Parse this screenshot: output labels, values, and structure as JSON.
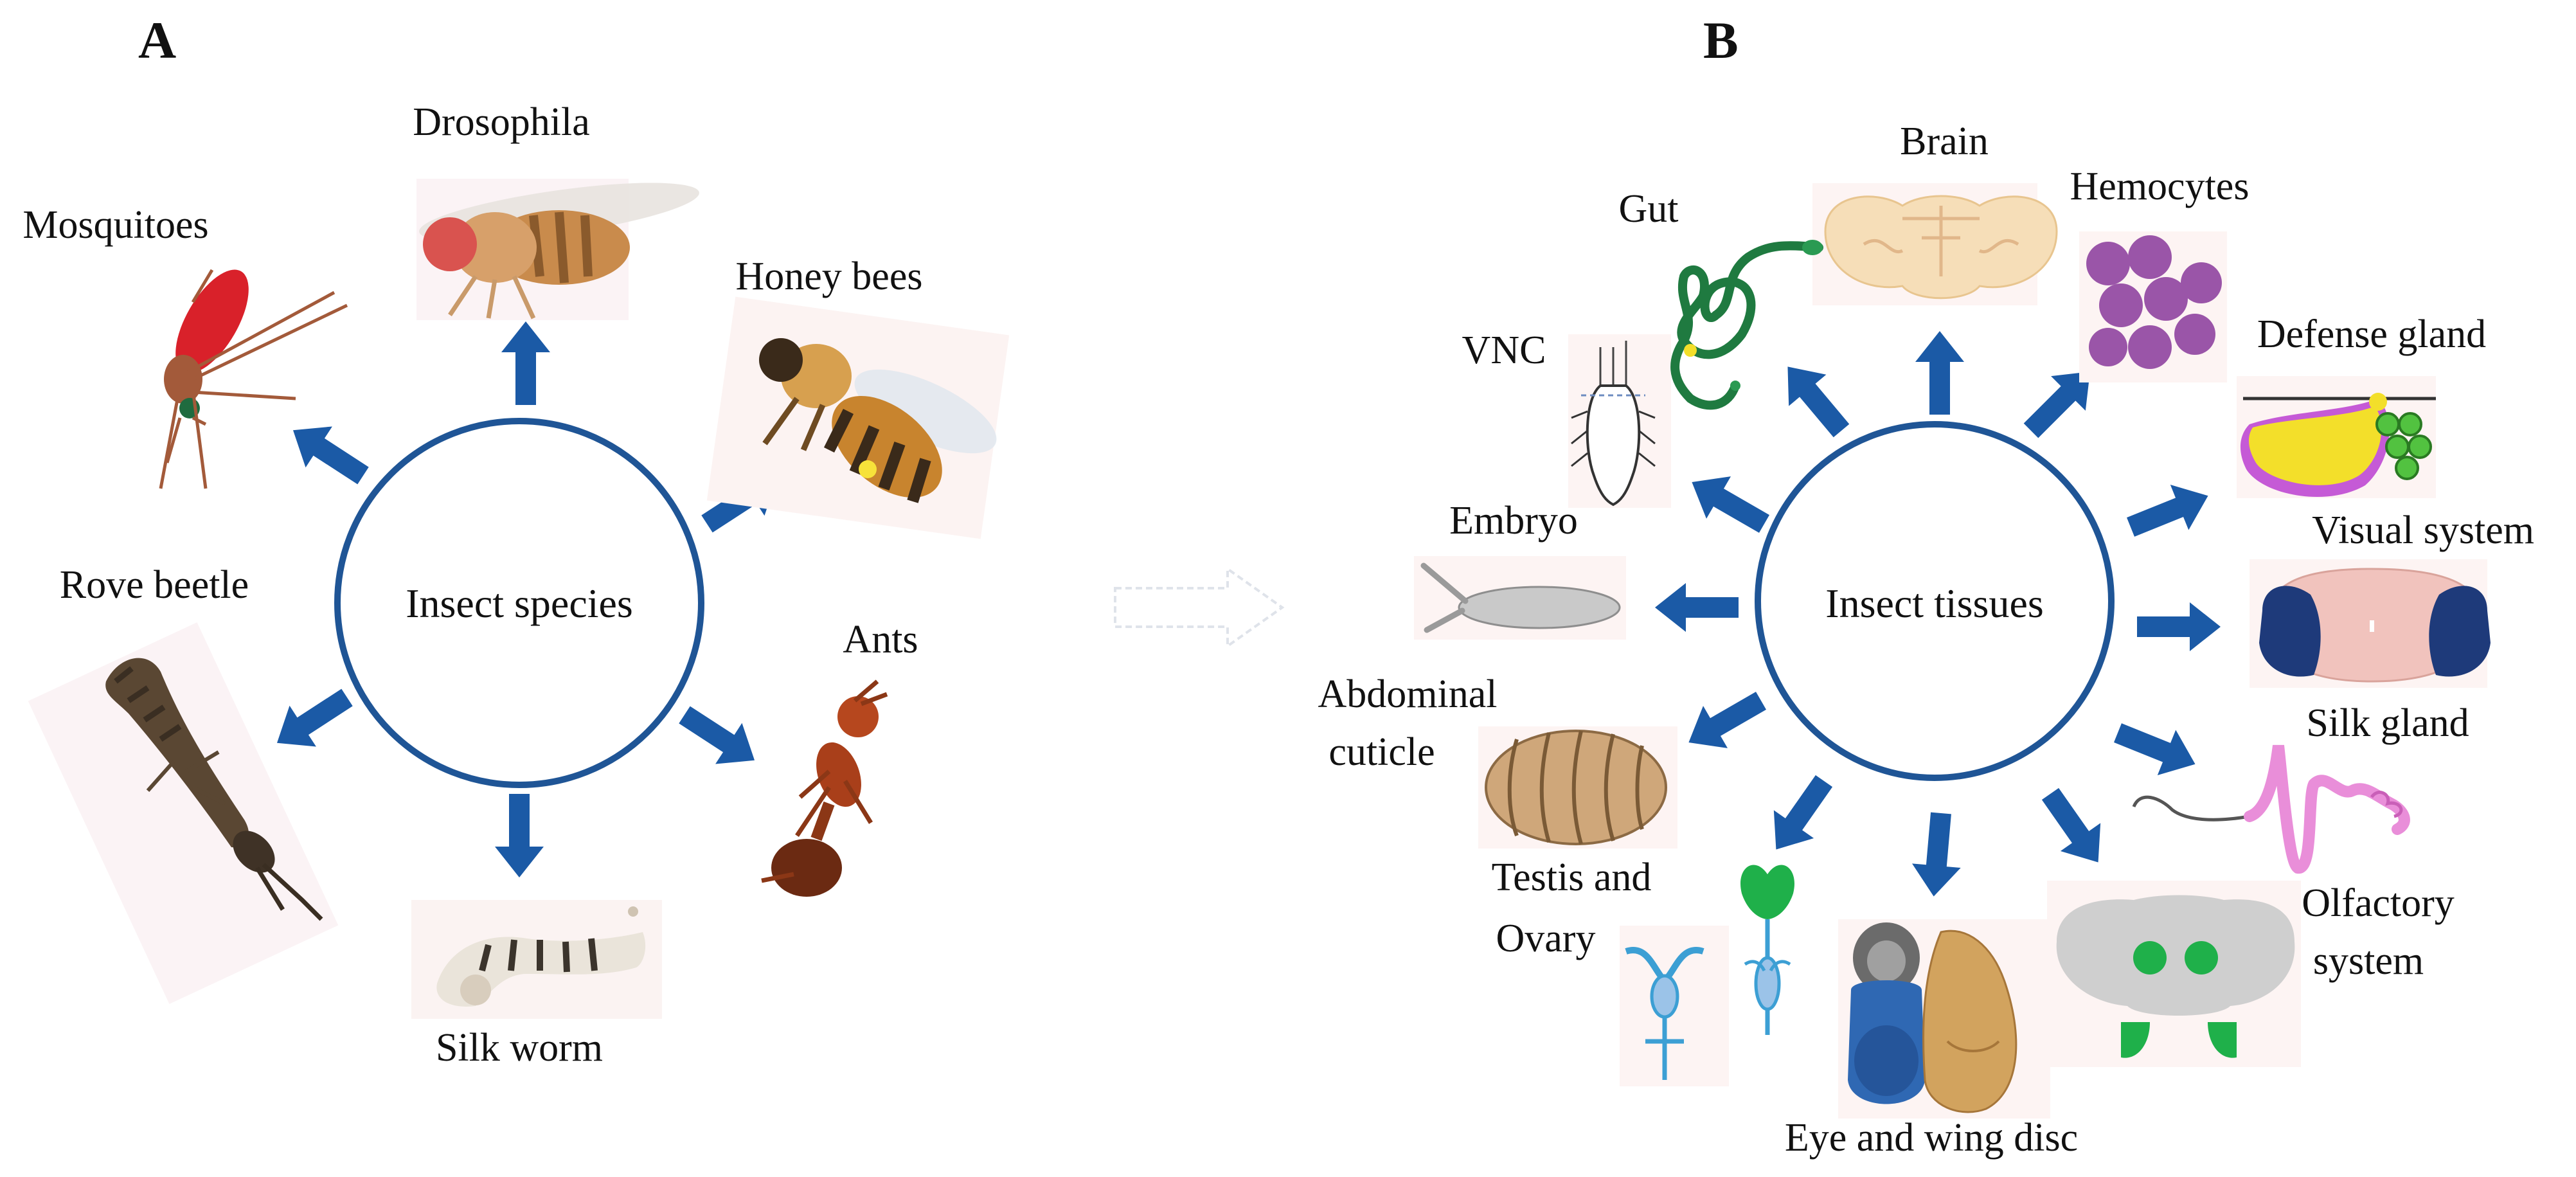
{
  "panel_a": {
    "letter": "A",
    "center_label": "Insect species",
    "species": [
      {
        "name": "Drosophila",
        "icon": "fruit-fly-icon"
      },
      {
        "name": "Honey bees",
        "icon": "honey-bee-icon"
      },
      {
        "name": "Ants",
        "icon": "ant-icon"
      },
      {
        "name": "Silk worm",
        "icon": "silkworm-icon"
      },
      {
        "name": "Rove beetle",
        "icon": "rove-beetle-icon"
      },
      {
        "name": "Mosquitoes",
        "icon": "mosquito-icon"
      }
    ]
  },
  "panel_b": {
    "letter": "B",
    "center_label": "Insect tissues",
    "tissues": [
      {
        "name": "Brain",
        "icon": "brain-icon"
      },
      {
        "name": "Hemocytes",
        "icon": "hemocytes-icon"
      },
      {
        "name": "Defense gland",
        "icon": "defense-gland-icon"
      },
      {
        "name": "Visual system",
        "icon": "visual-system-icon"
      },
      {
        "name": "Silk gland",
        "icon": "silk-gland-icon"
      },
      {
        "name": "Olfactory",
        "name_line2": "system",
        "icon": "olfactory-system-icon"
      },
      {
        "name": "Eye and wing disc",
        "icon": "eye-wing-disc-icon"
      },
      {
        "name": "Testis and",
        "name_line2": "Ovary",
        "icon": "testis-ovary-icon"
      },
      {
        "name": "Abdominal",
        "name_line2": "cuticle",
        "icon": "abdominal-cuticle-icon"
      },
      {
        "name": "Embryo",
        "icon": "embryo-icon"
      },
      {
        "name": "VNC",
        "icon": "vnc-icon"
      },
      {
        "name": "Gut",
        "icon": "gut-icon"
      }
    ]
  },
  "colors": {
    "circle_stroke": "#1f5596",
    "arrow_fill": "#1b5aa6",
    "connector_arrow": "#dfe3ea"
  }
}
